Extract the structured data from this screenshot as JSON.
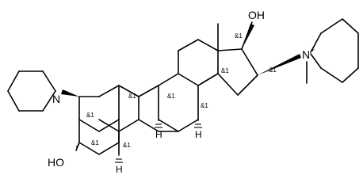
{
  "atoms": {
    "hydroxyl_17": "OH",
    "hydroxyl_3": "HO",
    "piperidine_n": "N",
    "piperidinium_n": "N",
    "piperidinium_charge": "+"
  },
  "stereo_marker": "&1",
  "hydrogen_label": "H"
}
